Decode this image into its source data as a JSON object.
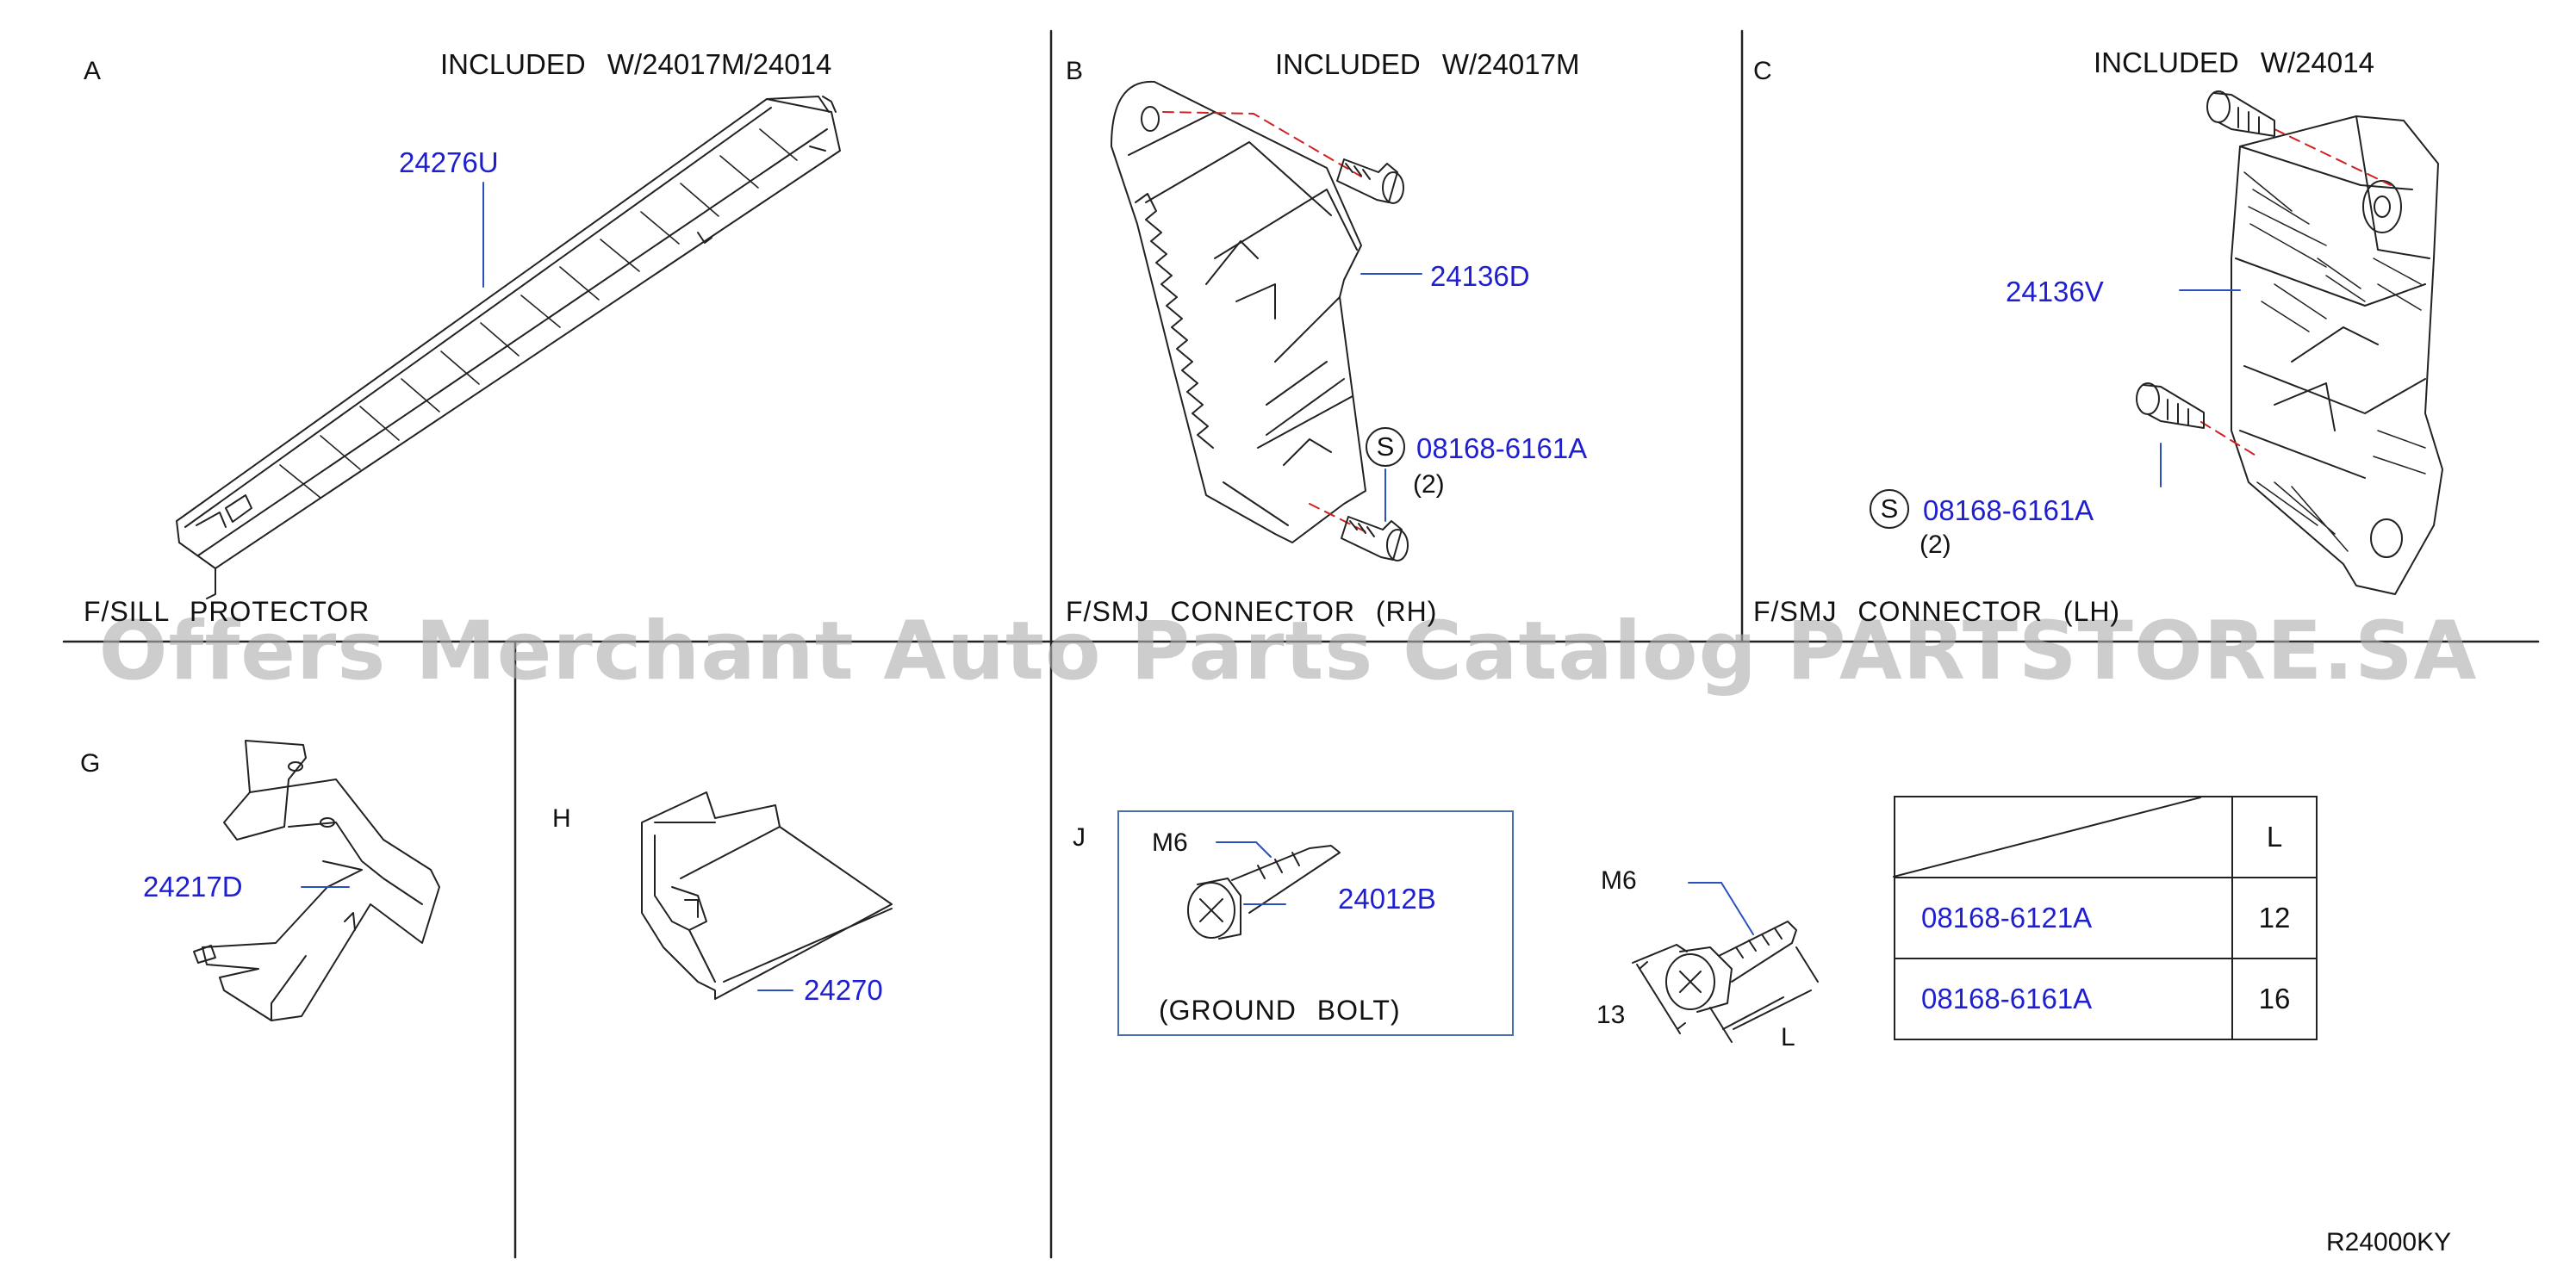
{
  "sections": {
    "A": {
      "letter": "A",
      "included": "INCLUDED  W/24017M/24014",
      "part": "24276U",
      "caption": "F/SILL  PROTECTOR"
    },
    "B": {
      "letter": "B",
      "included": "INCLUDED  W/24017M",
      "part": "24136D",
      "screw_symbol": "S",
      "screw_part": "08168-6161A",
      "qty": "(2)",
      "caption": "F/SMJ  CONNECTOR  (RH)"
    },
    "C": {
      "letter": "C",
      "included": "INCLUDED  W/24014",
      "part": "24136V",
      "screw_symbol": "S",
      "screw_part": "08168-6161A",
      "qty": "(2)",
      "caption": "F/SMJ  CONNECTOR  (LH)"
    },
    "G": {
      "letter": "G",
      "part": "24217D"
    },
    "H": {
      "letter": "H",
      "part": "24270"
    },
    "J": {
      "letter": "J",
      "thread": "M6",
      "part": "24012B",
      "note": "(GROUND  BOLT)"
    },
    "bolt": {
      "thread": "M6",
      "dim_head": "13",
      "dim_length": "L"
    },
    "length_table": {
      "header_L": "L",
      "rows": [
        {
          "part": "08168-6121A",
          "length": "12"
        },
        {
          "part": "08168-6161A",
          "length": "16"
        }
      ]
    }
  },
  "watermark": "Offers Merchant Auto Parts Catalog PARTSTORE.SA",
  "diagram_code": "R24000KY"
}
